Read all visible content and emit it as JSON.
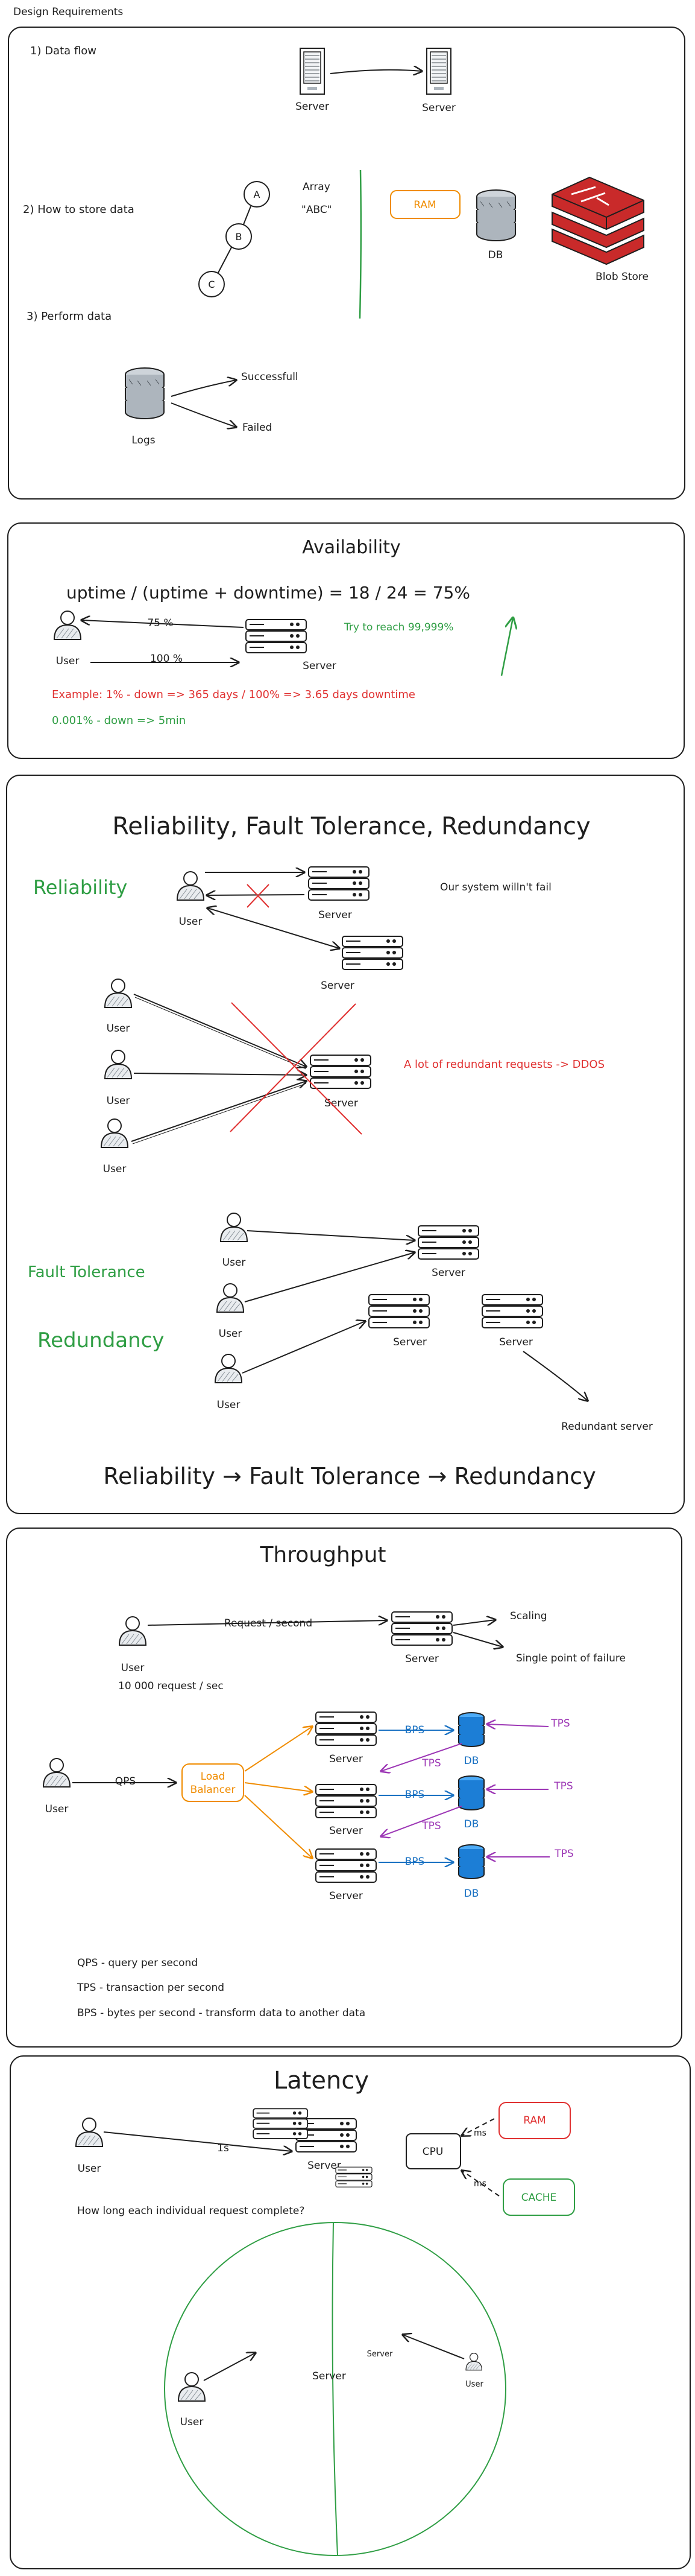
{
  "page_title": "Design Requirements",
  "colors": {
    "ink": "#1e1e1e",
    "green": "#2f9e44",
    "red": "#e03131",
    "orange": "#f08c00",
    "blue": "#1971c2",
    "purple": "#9c36b5",
    "server_red": "#c92a2a"
  },
  "section1": {
    "data_flow": "1) Data flow",
    "server_a": "Server",
    "server_b": "Server",
    "how_store": "2) How to store data",
    "node_a": "A",
    "node_b": "B",
    "node_c": "C",
    "array_label": "Array",
    "array_value": "\"ABC\"",
    "ram": "RAM",
    "db": "DB",
    "blob_store": "Blob Store",
    "perform": "3) Perform data",
    "logs": "Logs",
    "successful": "Successfull",
    "failed": "Failed"
  },
  "section2": {
    "title": "Availability",
    "formula": "uptime / (uptime + downtime) = 18 / 24 = 75%",
    "user": "User",
    "server": "Server",
    "pct_75": "75 %",
    "pct_100": "100 %",
    "try_reach": "Try to reach 99,999%",
    "example": "Example: 1% - down => 365 days / 100% => 3.65 days downtime",
    "small_down": "0.001% - down => 5min"
  },
  "section3": {
    "title": "Reliability, Fault Tolerance, Redundancy",
    "reliability": "Reliability",
    "user": "User",
    "server": "Server",
    "wont_fail": "Our system willn't fail",
    "ddos": "A lot of redundant requests -> DDOS",
    "fault_tolerance": "Fault Tolerance",
    "redundancy": "Redundancy",
    "redundant_server": "Redundant server",
    "chain": "Reliability → Fault Tolerance → Redundancy"
  },
  "section4": {
    "title": "Throughput",
    "user": "User",
    "server": "Server",
    "req_sec": "Request / second",
    "scaling": "Scaling",
    "spof": "Single point of failure",
    "ten_k": "10 000 request / sec",
    "qps": "QPS",
    "load_balancer_1": "Load",
    "load_balancer_2": "Balancer",
    "bps": "BPS",
    "tps": "TPS",
    "db": "DB",
    "def_qps": "QPS  - query per second",
    "def_tps": "TPS  - transaction per second",
    "def_bps": "BPS - bytes per second - transform data to another data"
  },
  "section5": {
    "title": "Latency",
    "user": "User",
    "server": "Server",
    "one_s": "1s",
    "cpu": "CPU",
    "ram": "RAM",
    "cache": "CACHE",
    "ms": "ms",
    "question": "How long each individual request complete?"
  }
}
